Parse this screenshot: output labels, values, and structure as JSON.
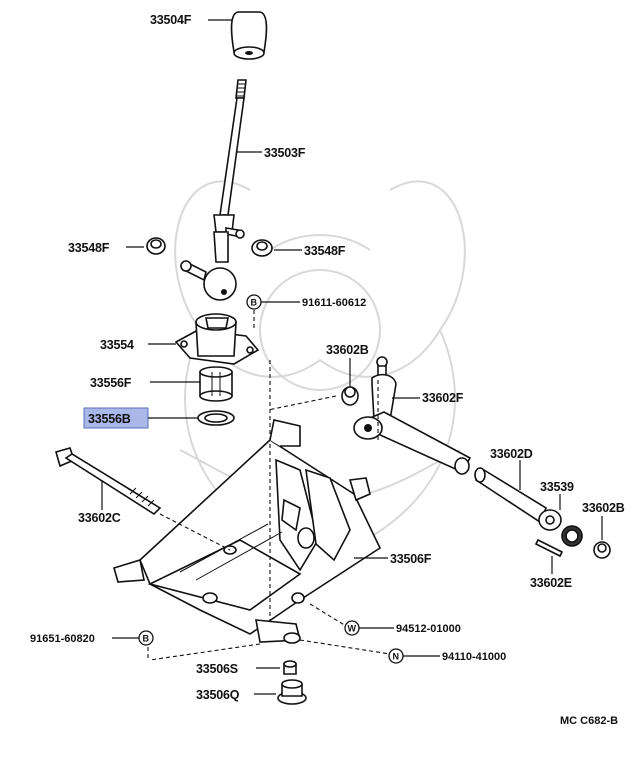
{
  "parts": {
    "p33504F": "33504F",
    "p33503F": "33503F",
    "p33548F_left": "33548F",
    "p33548F_right": "33548F",
    "p91611": "91611-60612",
    "p33554": "33554",
    "p33602B_top": "33602B",
    "p33556F": "33556F",
    "p33602F": "33602F",
    "p33556B": "33556B",
    "p33602D": "33602D",
    "p33602C": "33602C",
    "p33539": "33539",
    "p33602B_right": "33602B",
    "p33506F": "33506F",
    "p33602E": "33602E",
    "p91651": "91651-60820",
    "p94512": "94512-01000",
    "p94110": "94110-41000",
    "p33506S": "33506S",
    "p33506Q": "33506Q"
  },
  "symbols": {
    "b1": "B",
    "b2": "B",
    "w": "W",
    "n": "N"
  },
  "footer_code": "MC  C682-B",
  "highlight_color": "#a9b8e8"
}
